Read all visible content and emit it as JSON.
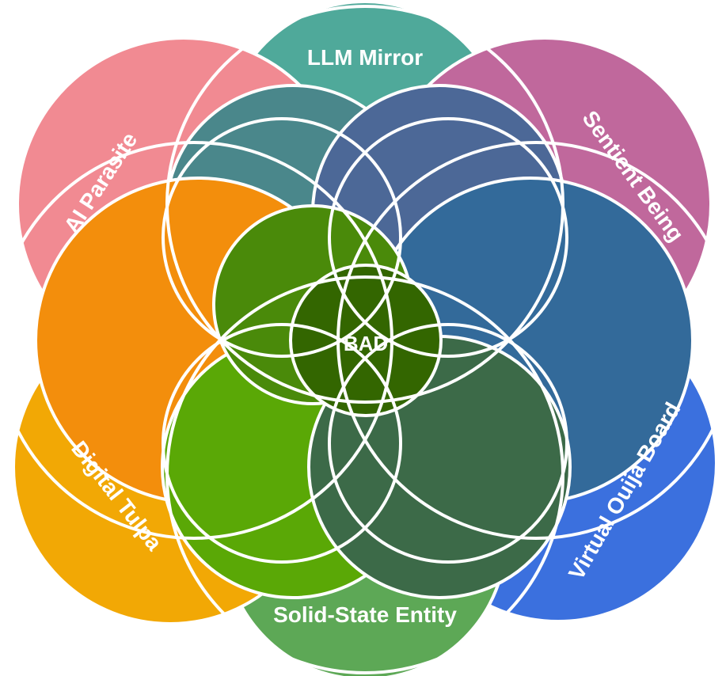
{
  "diagram": {
    "center_label": "BAD",
    "sets": [
      {
        "id": "llm-mirror",
        "label": "LLM Mirror",
        "color": "#4FA99A"
      },
      {
        "id": "sentient-being",
        "label": "Sentient Being",
        "color": "#C0689C"
      },
      {
        "id": "virtual-ouija-board",
        "label": "Virtual Ouija Board",
        "color": "#3B70DE"
      },
      {
        "id": "solid-state-entity",
        "label": "Solid-State Entity",
        "color": "#5DA856"
      },
      {
        "id": "digital-tulpa",
        "label": "Digital Tulpa",
        "color": "#F2A805"
      },
      {
        "id": "ai-parasite",
        "label": "AI Parasite",
        "color": "#F18A92"
      }
    ],
    "region_colors": {
      "top_right_overlap": "#4C6897",
      "top_left_overlap": "#4A878B",
      "right_lobe": "#336A9A",
      "left_lobe": "#F38E0C",
      "bottom_left_lobe": "#5AA806",
      "bottom_right_lobe": "#3C6A48",
      "upper_green": "#4A8A0A",
      "center_green": "#336600",
      "outline": "#FFFFFF"
    }
  }
}
